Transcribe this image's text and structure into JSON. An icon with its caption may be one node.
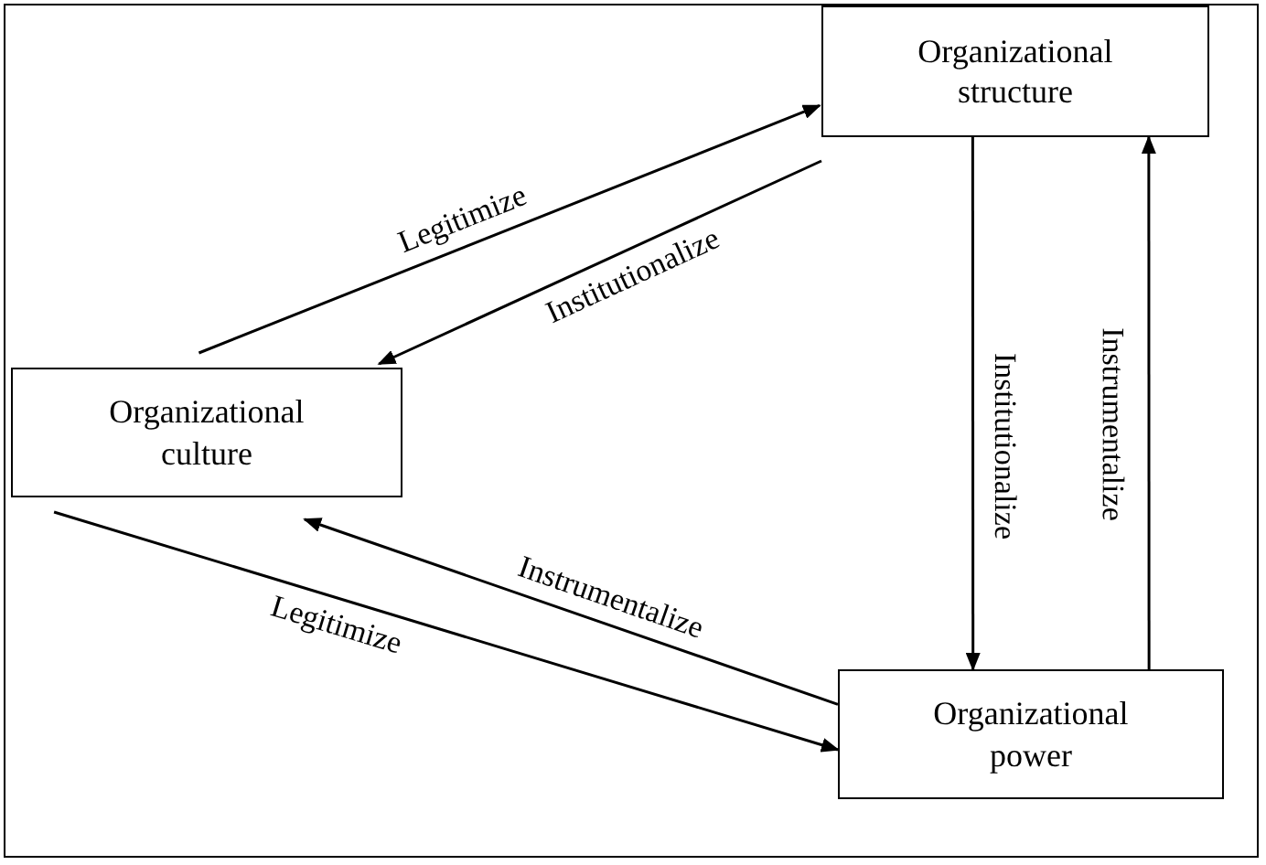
{
  "diagram": {
    "nodes": [
      {
        "text": [
          "Organizational structure"
        ]
      },
      {
        "text": [
          "Organizational culture"
        ]
      },
      {
        "text": [
          "Organizational power"
        ]
      }
    ],
    "edges": [
      {
        "from": 1,
        "to": 0,
        "arrow": "to",
        "label": "Legitimize"
      },
      {
        "from": 0,
        "to": 1,
        "arrow": "to",
        "label": "Institutionalize"
      },
      {
        "from": 0,
        "to": 2,
        "arrow": "to",
        "label": "Institutionalize"
      },
      {
        "from": 2,
        "to": 0,
        "arrow": "to",
        "label": "Instrumentalize"
      },
      {
        "from": 2,
        "to": 1,
        "arrow": "to",
        "label": "Instrumentalize"
      },
      {
        "from": 1,
        "to": 2,
        "arrow": "to",
        "label": "Legitimize"
      }
    ]
  }
}
